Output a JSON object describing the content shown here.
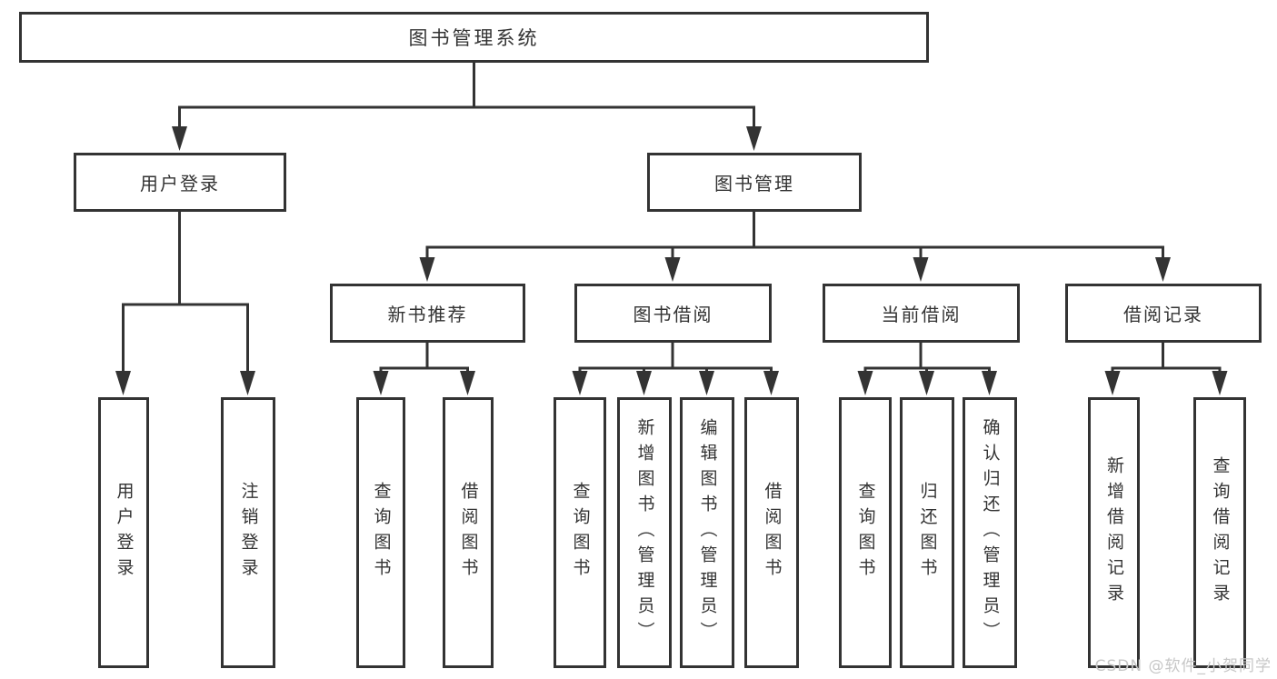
{
  "diagram_title": "图书管理系统",
  "watermark": "CSDN @软件_小贺同学",
  "colors": {
    "line": "#333333",
    "box_border": "#333333",
    "text": "#333333",
    "background": "#ffffff",
    "watermark": "#c7c7c7"
  },
  "tree": {
    "root": {
      "label": "图书管理系统"
    },
    "branches": [
      {
        "label": "用户登录",
        "children": [
          {
            "label": "用户登录"
          },
          {
            "label": "注销登录"
          }
        ]
      },
      {
        "label": "图书管理",
        "children": [
          {
            "label": "新书推荐",
            "children": [
              {
                "label": "查询图书"
              },
              {
                "label": "借阅图书"
              }
            ]
          },
          {
            "label": "图书借阅",
            "children": [
              {
                "label": "查询图书"
              },
              {
                "label": "新增图书（管理员）"
              },
              {
                "label": "编辑图书（管理员）"
              },
              {
                "label": "借阅图书"
              }
            ]
          },
          {
            "label": "当前借阅",
            "children": [
              {
                "label": "查询图书"
              },
              {
                "label": "归还图书"
              },
              {
                "label": "确认归还（管理员）"
              }
            ]
          },
          {
            "label": "借阅记录",
            "children": [
              {
                "label": "新增借阅记录"
              },
              {
                "label": "查询借阅记录"
              }
            ]
          }
        ]
      }
    ]
  }
}
